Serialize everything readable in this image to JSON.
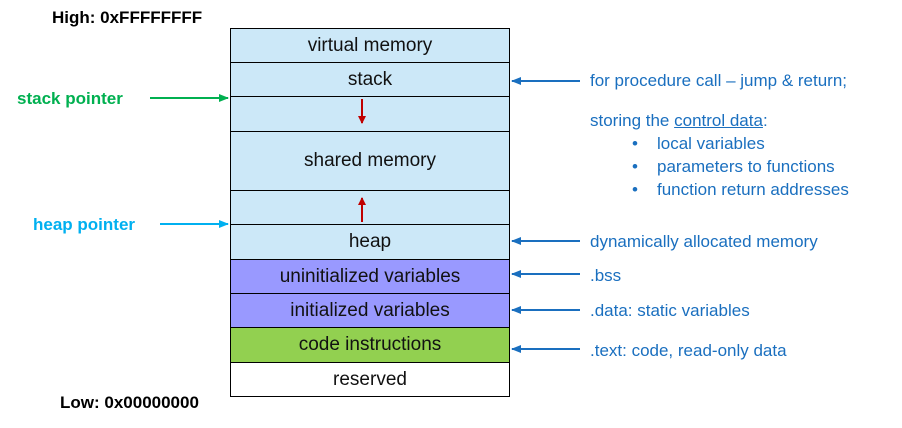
{
  "addresses": {
    "high": "High: 0xFFFFFFFF",
    "low": "Low: 0x00000000"
  },
  "pointers": {
    "stack": "stack pointer",
    "heap": "heap pointer"
  },
  "segments": {
    "virtual_memory": "virtual memory",
    "stack": "stack",
    "shared_memory": "shared memory",
    "heap": "heap",
    "uninitialized": "uninitialized variables",
    "initialized": "initialized variables",
    "code": "code instructions",
    "reserved": "reserved"
  },
  "notes": {
    "stack": "for procedure call – jump & return;",
    "storing_prefix": "storing the ",
    "storing_link": "control data",
    "storing_suffix": ":",
    "bullets": [
      "local variables",
      "parameters to functions",
      "function return addresses"
    ],
    "heap": "dynamically allocated memory",
    "bss": ".bss",
    "data": ".data: static variables",
    "text": ".text: code, read-only data"
  },
  "colors": {
    "stack_pointer": "#00b050",
    "heap_pointer": "#00b0f0",
    "annotation": "#1a6fbf",
    "growth_arrow": "#c00000"
  }
}
